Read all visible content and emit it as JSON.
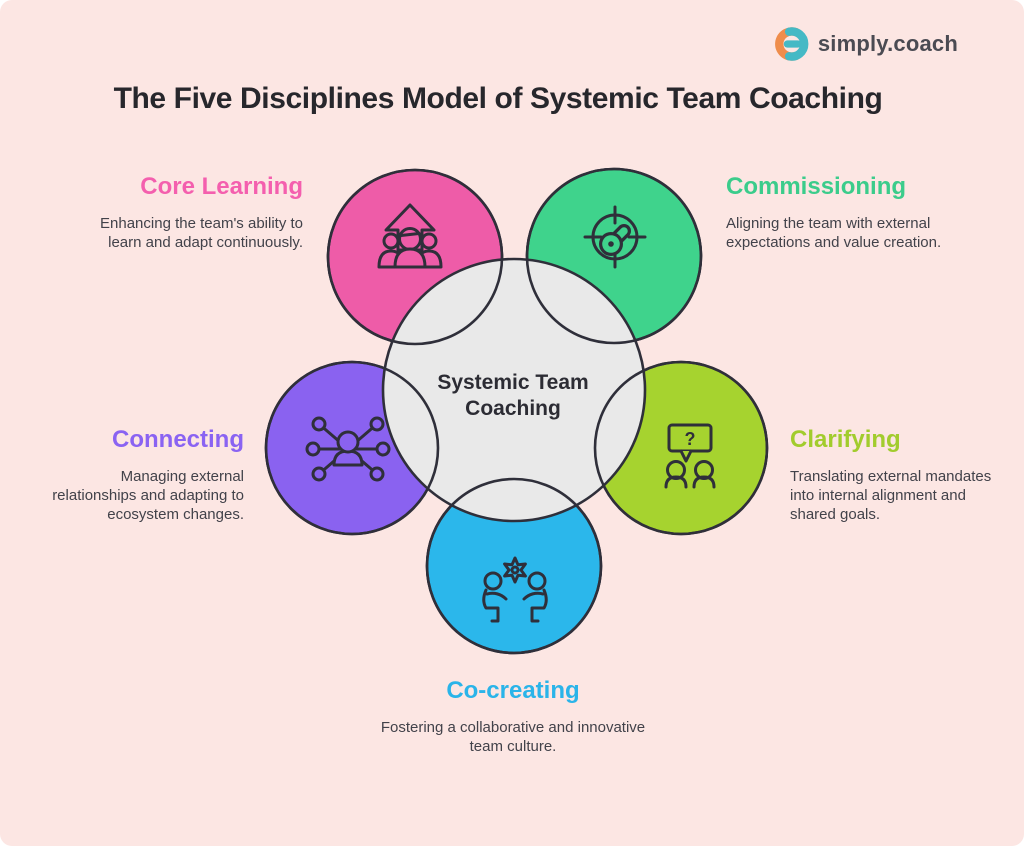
{
  "brand": {
    "name": "simply.coach",
    "icon": "simply-coach-logo-icon",
    "orange": "#ef8d4c",
    "teal": "#45b9c5",
    "text_color": "#4b4b53"
  },
  "title": {
    "text": "The Five Disciplines Model of Systemic Team Coaching",
    "color": "#27272c"
  },
  "center_circle": {
    "label": "Systemic Team Coaching",
    "fill": "#e9e9e9",
    "outline": "#2f2f3a"
  },
  "diagram": {
    "outline_color": "#2f2f3a",
    "background": "#fce6e3"
  },
  "disciplines": [
    {
      "name": "Core Learning",
      "description": "Enhancing the team's ability to learn and adapt continuously.",
      "accent": "#f45fae",
      "circle_fill": "#ee5ca8",
      "icon": "team-growth-arrow-icon",
      "position": "top-left"
    },
    {
      "name": "Commissioning",
      "description": "Aligning the team with external expectations and value creation.",
      "accent": "#3bcc8b",
      "circle_fill": "#3fd38c",
      "icon": "target-goal-icon",
      "position": "top-right"
    },
    {
      "name": "Connecting",
      "description": "Managing external relationships and adapting to ecosystem changes.",
      "accent": "#8a63f2",
      "circle_fill": "#8a62f0",
      "icon": "person-network-icon",
      "position": "left"
    },
    {
      "name": "Clarifying",
      "description": "Translating external mandates into internal alignment and shared goals.",
      "accent": "#a2cc2d",
      "circle_fill": "#a6d32f",
      "icon": "question-dialogue-icon",
      "icon_glyph": "?",
      "position": "right"
    },
    {
      "name": "Co-creating",
      "description": "Fostering a collaborative and innovative team culture.",
      "accent": "#2ab4e9",
      "circle_fill": "#2bb7eb",
      "icon": "collaboration-gear-icon",
      "position": "bottom"
    }
  ]
}
